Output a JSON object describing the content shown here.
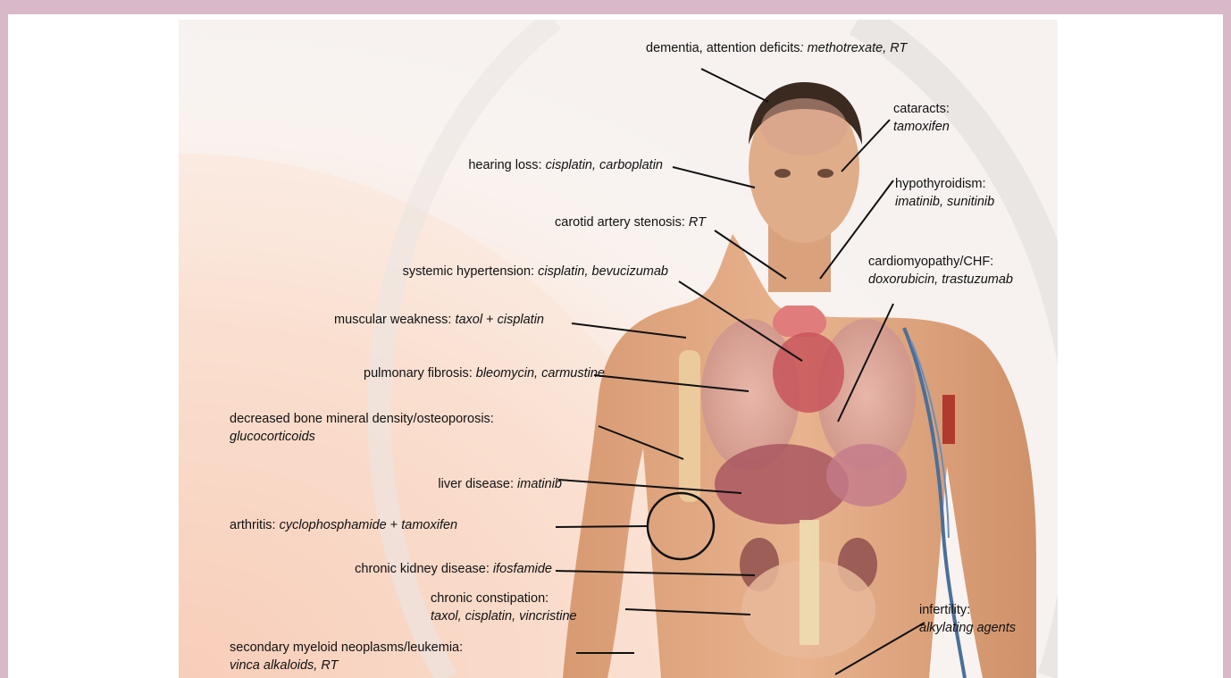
{
  "labels": [
    {
      "id": "dementia",
      "condition": "dementia, attention deficits",
      "sep": ": ",
      "agents": "methotrexate, RT"
    },
    {
      "id": "cataracts",
      "condition": "cataracts:",
      "agents": "tamoxifen"
    },
    {
      "id": "hearing",
      "condition": "hearing loss: ",
      "agents": "cisplatin, carboplatin"
    },
    {
      "id": "hypothyroidism",
      "condition": "hypothyroidism:",
      "agents": "imatinib, sunitinib"
    },
    {
      "id": "carotid",
      "condition": "carotid artery stenosis: ",
      "agents": "RT"
    },
    {
      "id": "cardio",
      "condition": "cardiomyopathy/CHF:",
      "agents": "doxorubicin, trastuzumab"
    },
    {
      "id": "hypertension",
      "condition": "systemic hypertension: ",
      "agents": "cisplatin, bevucizumab"
    },
    {
      "id": "muscular",
      "condition": "muscular weakness: ",
      "agents": "taxol",
      "agents2": "cisplatin",
      "plus": " + "
    },
    {
      "id": "pulmonary",
      "condition": "pulmonary fibrosis: ",
      "agents": "bleomycin, carmustine"
    },
    {
      "id": "bone",
      "condition": "decreased bone mineral density/osteoporosis:",
      "agents": "glucocorticoids"
    },
    {
      "id": "liver",
      "condition": "liver disease: ",
      "agents": "imatinib"
    },
    {
      "id": "arthritis",
      "condition": "arthritis: ",
      "agents": "cyclophosphamide",
      "agents2": "tamoxifen",
      "plus": " + "
    },
    {
      "id": "kidney",
      "condition": "chronic kidney disease: ",
      "agents": "ifosfamide"
    },
    {
      "id": "constipation",
      "condition": "chronic constipation:",
      "agents": "taxol, cisplatin, vincristine"
    },
    {
      "id": "infertility",
      "condition": "infertility:",
      "agents": "alkylating agents"
    },
    {
      "id": "myeloid",
      "condition": "secondary myeloid neoplasms/leukemia:",
      "agents": "vinca alkaloids, RT"
    }
  ],
  "colors": {
    "frame": "#d9b9c9",
    "skin": "#e2a982",
    "background_glow": "#f6cdb7"
  }
}
